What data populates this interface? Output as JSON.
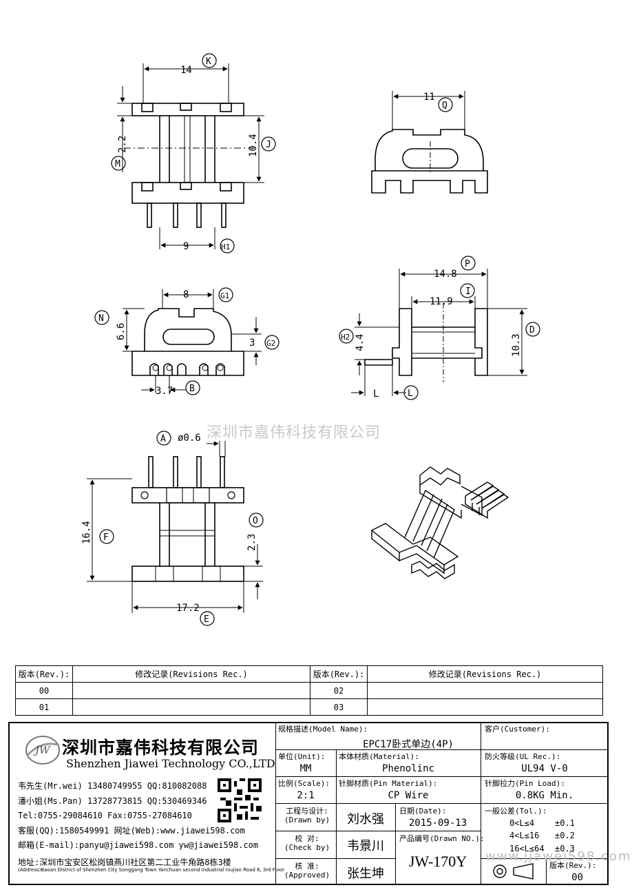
{
  "dims": {
    "k": "14",
    "k_label": "K",
    "q": "11",
    "q_label": "Q",
    "j": "10.4",
    "j_label": "J",
    "m": "2.2",
    "m_label": "M",
    "h1": "9",
    "h1_label": "H1",
    "p": "14.8",
    "p_label": "P",
    "i": "11.9",
    "i_label": "I",
    "d": "10.3",
    "d_label": "D",
    "h2": "4.4",
    "h2_label": "H2",
    "l": "L",
    "l_label": "L",
    "g1": "8",
    "g1_label": "G1",
    "n": "6.6",
    "n_label": "N",
    "g2": "3",
    "g2_label": "G2",
    "b": "3.7",
    "b_label": "B",
    "a": "ø0.6",
    "a_label": "A",
    "f": "16.4",
    "f_label": "F",
    "o": "2.3",
    "o_label": "O",
    "e": "17.2",
    "e_label": "E"
  },
  "watermark": "深圳市嘉伟科技有限公司",
  "watermark_url": "www.jjawei598.com",
  "revisions": {
    "header_rev": "版本(Rev.):",
    "header_rec": "修改记录(Revisions Rec.)",
    "rows": [
      {
        "left": "00",
        "right": "02"
      },
      {
        "left": "01",
        "right": "03"
      }
    ]
  },
  "company": {
    "logo_text": "JW",
    "name_cn": "深圳市嘉伟科技有限公司",
    "name_en": "Shenzhen Jiawei Technology CO.,LTD",
    "contacts": [
      "韦先生(Mr.wei) 13480749955 QQ:810082088",
      "潘小姐(Ms.Pan) 13728773815 QQ:530469346",
      "Tel:0755-29084610    Fax:0755-27084610",
      "客服(QQ):1580549991  网址(Web):www.jiawei598.com",
      "邮箱(E-mail):panyu@jiawei598.com  yw@jiawei598.com"
    ],
    "address_cn": "地址:深圳市宝安区松岗镇燕川社区第二工业牛角路8栋3楼",
    "address_en": "(Address)Baoan District of Shenzhen City Songgang Town Yanchuan  second industrial niujiao Road 8, 3rd Floor"
  },
  "spec": {
    "model_label": "规格描述(Model Name):",
    "model_value": "EPC17卧式单边(4P)",
    "customer_label": "客户(Customer):",
    "unit_label": "单位(Unit):",
    "unit_value": "MM",
    "material_label": "本体材质(Material):",
    "material_value": "Phenolinc",
    "ul_label": "防火等级(UL Rec.):",
    "ul_value": "UL94 V-0",
    "scale_label": "比例(Scale):",
    "scale_value": "2:1",
    "pin_material_label": "针脚材质(Pin Material):",
    "pin_material_value": "CP Wire",
    "pin_load_label": "针脚拉力(Pin Load):",
    "pin_load_value": "0.8KG Min.",
    "drawn_label_cn": "工程与设计:",
    "drawn_label_en": "(Drawn by)",
    "drawn_value": "刘水强",
    "check_label_cn": "校    对:",
    "check_label_en": "(Check by)",
    "check_value": "韦景川",
    "approved_label_cn": "核    准:",
    "approved_label_en": "(Approved)",
    "approved_value": "张生坤",
    "date_label": "日期(Date):",
    "date_value": "2015-09-13",
    "drawn_no_label": "产品编号(Drawn NO.):",
    "drawn_no_value": "JW-170Y",
    "tol_label": "一般公差(Tol.):",
    "tol_rows": [
      {
        "range": "0<L≤4",
        "tol": "±0.1"
      },
      {
        "range": "4<L≤16",
        "tol": "±0.2"
      },
      {
        "range": "16<L≤64",
        "tol": "±0.3"
      }
    ],
    "rev_label": "版本(Rev.):",
    "rev_value": "00"
  }
}
